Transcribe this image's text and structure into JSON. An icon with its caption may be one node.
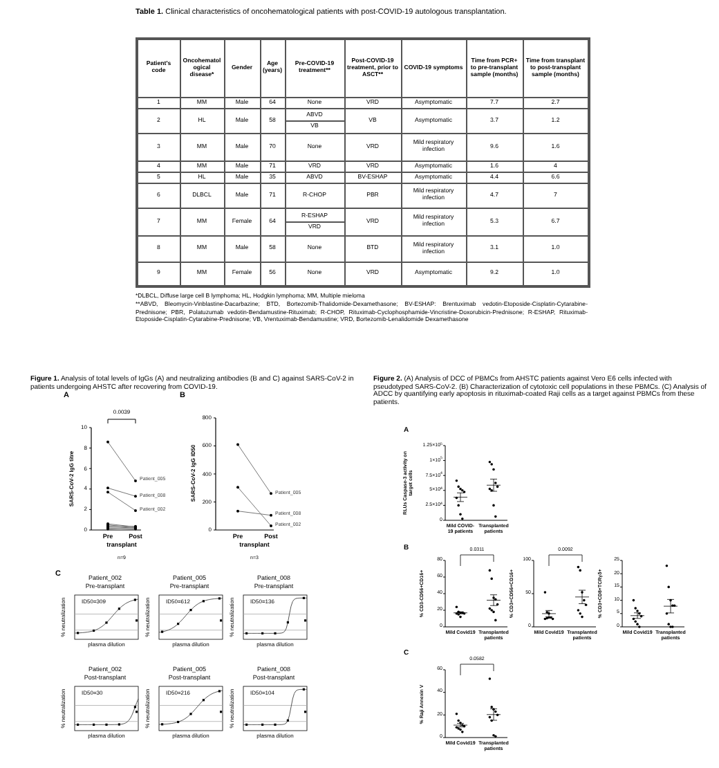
{
  "diagram": {
    "title": "**Table 1.** Clinical characteristics of oncohematological patients with post-COVID-19 autologous transplantation.",
    "labels": [
      "Patient's code",
      "Oncohematological disease*",
      "Gender",
      "Age (years)",
      "Pre-COVID-19 treatment**",
      "Post-COVID-19 treatment, prior to ASCT**",
      "COVID-19 symptoms",
      "Time from PCR+ to pre-transplant sample (months)",
      "Time from transplant to post-transplant sample (months)",
      "1",
      "MM",
      "Male",
      "64",
      "None",
      "VRD",
      "Asymptomatic",
      "7.7",
      "2.7",
      "2",
      "HL",
      "Male",
      "58",
      "ABVD",
      "VB",
      "VB",
      "Asymptomatic",
      "3.7",
      "1.2",
      "3",
      "MM",
      "Male",
      "70",
      "None",
      "VRD",
      "Mild respiratory infection",
      "9.6",
      "1.6",
      "4",
      "MM",
      "Male",
      "71",
      "VRD",
      "VRD",
      "Asymptomatic",
      "1.6",
      "4",
      "5",
      "HL",
      "Male",
      "35",
      "ABVD",
      "BV-ESHAP",
      "Asymptomatic",
      "4.4",
      "6.6",
      "6",
      "DLBCL",
      "Male",
      "71",
      "R-CHOP",
      "PBR",
      "Mild respiratory infection",
      "4.7",
      "7",
      "7",
      "MM",
      "Female",
      "64",
      "R-ESHAP",
      "VRD",
      "VRD",
      "Mild respiratory infection",
      "5.3",
      "6.7",
      "8",
      "MM",
      "Male",
      "58",
      "None",
      "BTD",
      "Mild respiratory infection",
      "3.1",
      "1.0",
      "9",
      "MM",
      "Female",
      "56",
      "None",
      "VRD",
      "Asymptomatic",
      "9.2",
      "1.0",
      "*DLBCL, Diffuse large cell B lymphoma; HL, Hodgkin lymphoma; MM, Multiple mieloma",
      "**ABVD, Bleomycin-Vinblastine-Dacarbazine; BTD, Bortezomib-Thalidomide-Dexamethasone; BV-ESHAP: Brentuximab vedotin-Etoposide-Cisplatin-Cytarabine-Prednisone; PBR, Polatuzumab vedotin-Bendamustine-Rituximab; R-CHOP, Rituximab-Cyclophosphamide-Vincristine-Doxorubicin-Prednisone; R-ESHAP, Rituximab-Etoposide-Cisplatin-Cytarabine-Prednisone; VB, Vrentuximab-Bendamustine; VRD, Bortezomib-Lenalidomide Dexamethasone",
      "**Figure 1.** Analysis of total levels of IgGs (A) and neutralizing antibodies (B and C) against SARS-CoV-2 in patients undergoing AHSTC after recovering from COVID-19.",
      "**Figure 2.** (A) Analysis of DCC of PBMCs from AHSTC patients against Vero E6 cells infected with pseudotyped SARS-CoV-2. (B) Characterization of cytotoxic cell populations in these PBMCs. (C) Analysis of ADCC by quantifying early apoptosis in rituximab-coated Raji cells as a target against PBMCs from these patients.",
      "A",
      "0.0039",
      "SARS-CoV-2 IgG titre",
      "10",
      "8",
      "6",
      "4",
      "2",
      "0",
      "Patient_005",
      "Patient_008",
      "Patient_002",
      "Pre",
      "Post",
      "transplant",
      "n=9",
      "B",
      "SARS-CoV-2 IgG ID50",
      "800",
      "600",
      "400",
      "200",
      "0",
      "Patient_005",
      "Patient_008",
      "Patient_002",
      "Pre",
      "Post",
      "transplant",
      "n=3",
      "C",
      "Patient_002",
      "Pre-transplant",
      "ID50=309",
      "% neutralization",
      "plasma dilution",
      "Patient_005",
      "Pre-transplant",
      "ID50=612",
      "% neutralization",
      "plasma dilution",
      "Patient_008",
      "Pre-transplant",
      "ID50=136",
      "% neutralization",
      "plasma dilution",
      "Patient_002",
      "Post-transplant",
      "ID50=30",
      "% neutralization",
      "plasma dilution",
      "Patient_005",
      "Post-transplant",
      "ID50=216",
      "% neutralization",
      "plasma dilution",
      "Patient_008",
      "Post-transplant",
      "ID50=104",
      "% neutralization",
      "plasma dilution",
      "A",
      "RLUs Caspase-3 activity on target cells",
      "1.25×10$^{5}$",
      "1×10$^{5}$",
      "7.5×10$^{4}$",
      "5×10$^{4}$",
      "2.5×10$^{4}$",
      "0",
      "Mild COVID-19 patients",
      "Transplanted patients",
      "B",
      "0.0311",
      "% CD3-CD56+CD16+",
      "80",
      "60",
      "40",
      "20",
      "0",
      "Mild Covid19",
      "Transplanted patients",
      "0.0092",
      "% CD3+CD56+CD16+",
      "100",
      "50",
      "0",
      "Mild Covid19",
      "Transplanted patients",
      "% CD3+CD8+TCRγδ+",
      "25",
      "20",
      "15",
      "10",
      "5",
      "0",
      "Mild Covid19",
      "Transplanted patients",
      "C",
      "0.0582",
      "% Raji Annexin V",
      "60",
      "40",
      "20",
      "0",
      "Mild Covid19",
      "Transplanted patients"
    ]
  }
}
